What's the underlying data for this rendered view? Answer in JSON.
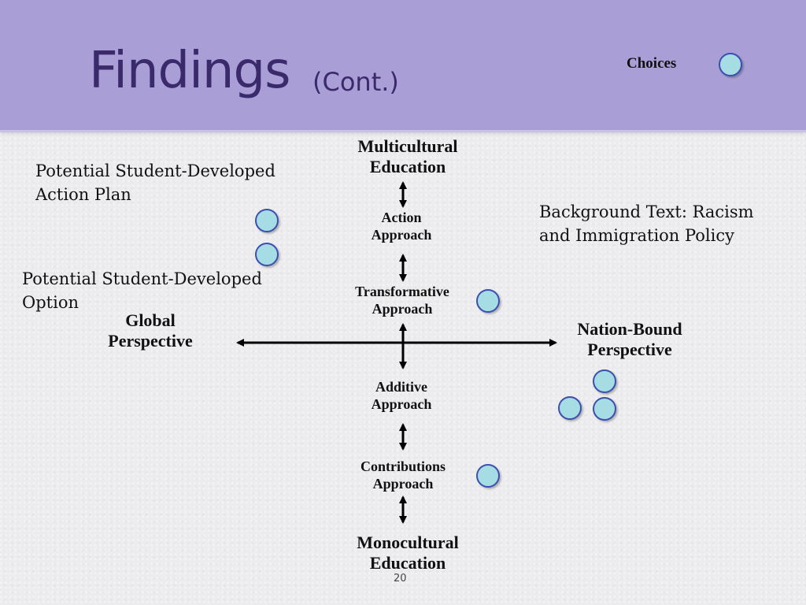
{
  "title": {
    "main": "Findings",
    "sub": "(Cont.)"
  },
  "choices_label": "Choices",
  "vertical_axis": {
    "top": [
      "Multicultural",
      "Education"
    ],
    "bottom": [
      "Monocultural",
      "Education"
    ],
    "levels": [
      [
        "Action",
        "Approach"
      ],
      [
        "Transformative",
        "Approach"
      ],
      [
        "Additive",
        "Approach"
      ],
      [
        "Contributions",
        "Approach"
      ]
    ]
  },
  "horizontal_axis": {
    "left": [
      "Global",
      "Perspective"
    ],
    "right": [
      "Nation-Bound",
      "Perspective"
    ]
  },
  "notes": {
    "action_plan": [
      "Potential Student-Developed",
      "Action Plan"
    ],
    "option": [
      "Potential Student-Developed",
      "Option"
    ],
    "background": [
      "Background Text: Racism",
      "and Immigration Policy"
    ]
  },
  "slide_number": "20"
}
